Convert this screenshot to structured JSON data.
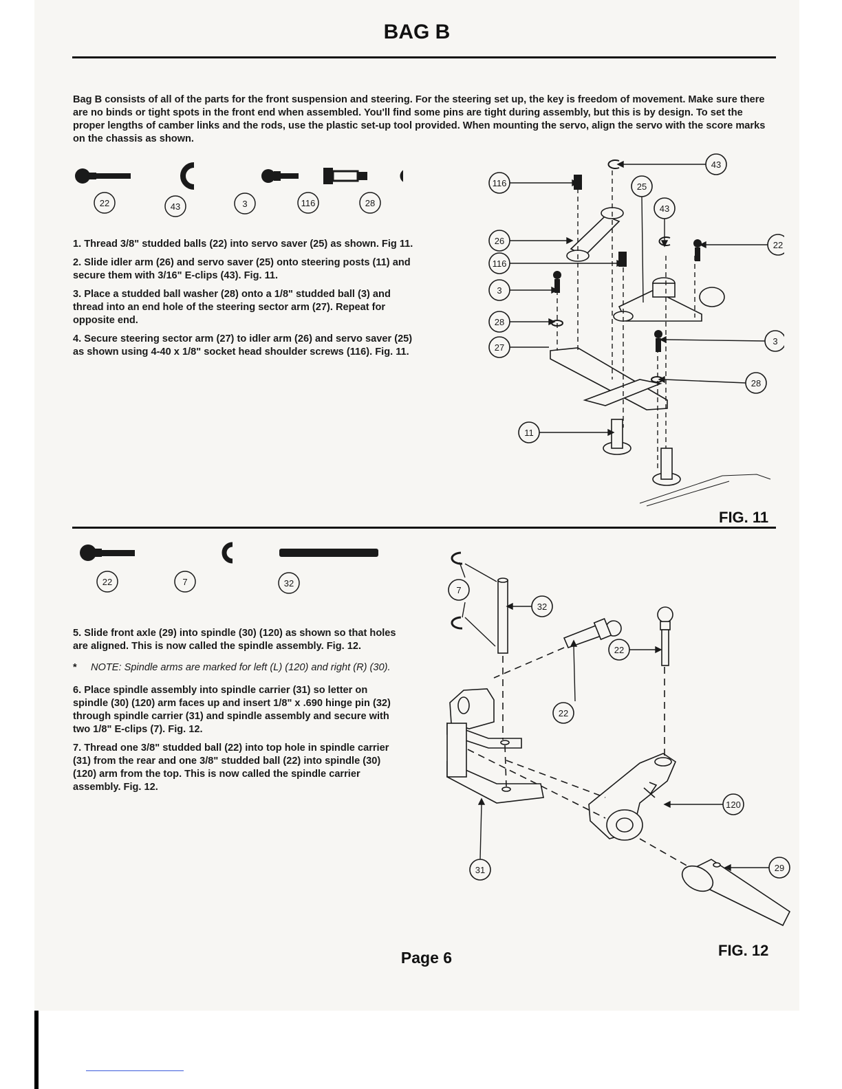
{
  "title": "BAG B",
  "intro": "Bag B consists of all of the parts for the front suspension and steering. For the steering set up, the key is freedom of movement. Make sure there are no binds or tight spots in the front end when assembled. You'll find some pins are tight during assembly, but this is by design. To set the proper lengths of camber links and the rods, use the plastic set-up tool provided. When mounting the servo, align the servo with the score marks on the chassis as shown.",
  "section1": {
    "parts": [
      {
        "id": "22",
        "icon": "studded-ball-icon"
      },
      {
        "id": "43",
        "icon": "e-clip-icon"
      },
      {
        "id": "3",
        "icon": "small-studded-ball-icon"
      },
      {
        "id": "116",
        "icon": "shoulder-screw-icon"
      },
      {
        "id": "28",
        "icon": "washer-icon"
      }
    ],
    "steps": [
      "1. Thread 3/8\" studded balls (22) into servo saver (25) as shown. Fig 11.",
      "2. Slide idler arm (26) and servo saver (25) onto steering posts (11) and secure them with 3/16\" E-clips (43). Fig. 11.",
      "3. Place a studded ball washer (28) onto a 1/8\" studded ball (3) and thread into an end hole of the steering sector arm (27). Repeat for opposite end.",
      "4. Secure steering sector arm (27) to idler arm (26) and servo saver (25) as shown using 4-40 x 1/8\" socket head shoulder screws (116). Fig. 11."
    ],
    "figure_label": "FIG. 11",
    "callouts": [
      "116",
      "26",
      "116",
      "3",
      "28",
      "27",
      "11",
      "43",
      "25",
      "43",
      "22",
      "3",
      "28"
    ]
  },
  "section2": {
    "parts": [
      {
        "id": "22",
        "icon": "studded-ball-icon"
      },
      {
        "id": "7",
        "icon": "e-clip-icon"
      },
      {
        "id": "32",
        "icon": "hinge-pin-icon"
      }
    ],
    "step5": "5. Slide front axle (29) into spindle (30) (120) as shown so that holes are aligned. This is now called the spindle assembly. Fig. 12.",
    "note_marker": "*",
    "note": "NOTE: Spindle arms are marked for left (L) (120) and right (R) (30).",
    "steps_after": [
      "6. Place spindle assembly into spindle carrier (31) so letter on spindle (30) (120) arm faces up and insert 1/8\" x .690 hinge pin (32) through spindle carrier (31) and spindle assembly and secure with two 1/8\" E-clips (7). Fig. 12.",
      "7. Thread one 3/8\" studded ball (22) into top hole in spindle carrier (31) from the rear and one 3/8\" studded ball (22) into spindle (30) (120) arm from the top. This is now called the spindle carrier assembly. Fig. 12."
    ],
    "figure_label": "FIG. 12",
    "callouts": [
      "7",
      "32",
      "22",
      "22",
      "120",
      "31",
      "29"
    ]
  },
  "page_label": "Page 6"
}
